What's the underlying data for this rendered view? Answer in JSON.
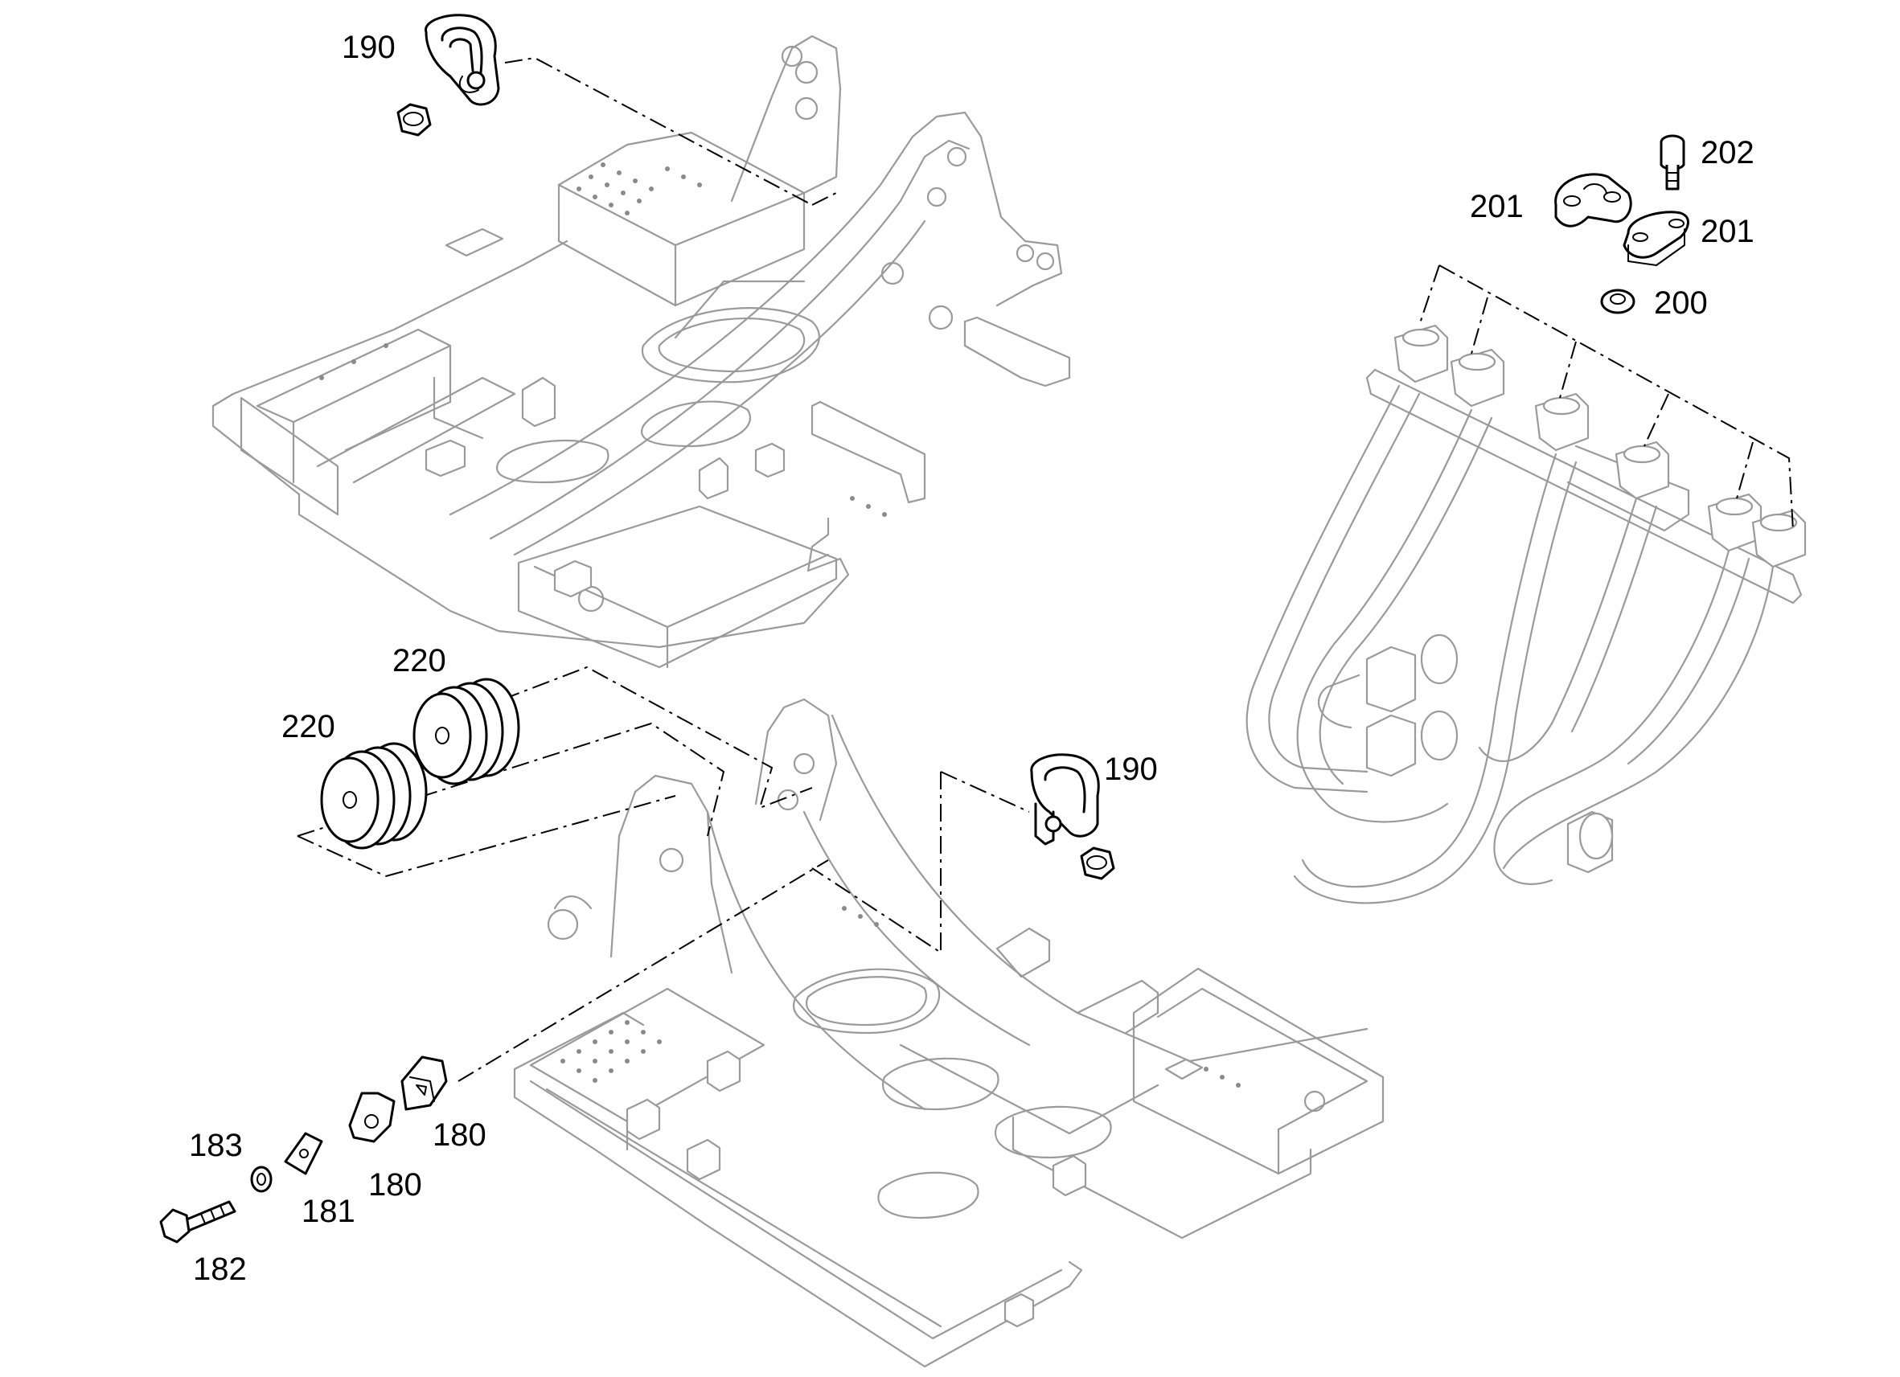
{
  "diagram": {
    "background": "#ffffff",
    "ink_color": "#000000",
    "frame_color": "#9a9a9a",
    "callouts": [
      {
        "id": "c190a",
        "text": "190"
      },
      {
        "id": "c202",
        "text": "202"
      },
      {
        "id": "c201a",
        "text": "201"
      },
      {
        "id": "c201b",
        "text": "201"
      },
      {
        "id": "c200",
        "text": "200"
      },
      {
        "id": "c220a",
        "text": "220"
      },
      {
        "id": "c220b",
        "text": "220"
      },
      {
        "id": "c190b",
        "text": "190"
      },
      {
        "id": "c183",
        "text": "183"
      },
      {
        "id": "c180a",
        "text": "180"
      },
      {
        "id": "c180b",
        "text": "180"
      },
      {
        "id": "c181",
        "text": "181"
      },
      {
        "id": "c182",
        "text": "182"
      }
    ],
    "parts": [
      {
        "name": "upper-main-frame",
        "icon": "chassis-frame"
      },
      {
        "name": "lower-main-frame",
        "icon": "chassis-frame"
      },
      {
        "name": "hydraulic-pipe-assembly",
        "icon": "pipe-manifold"
      },
      {
        "name": "clamp-190",
        "icon": "pipe-clamp"
      },
      {
        "name": "bushing-220",
        "icon": "bushing"
      },
      {
        "name": "bracket-180",
        "icon": "bracket"
      },
      {
        "name": "plate-181",
        "icon": "shim-plate"
      },
      {
        "name": "bolt-182",
        "icon": "hex-bolt"
      },
      {
        "name": "washer-183",
        "icon": "washer"
      },
      {
        "name": "washer-200",
        "icon": "washer"
      },
      {
        "name": "clamp-half-201",
        "icon": "flange-half"
      },
      {
        "name": "screw-202",
        "icon": "cap-screw"
      }
    ]
  }
}
